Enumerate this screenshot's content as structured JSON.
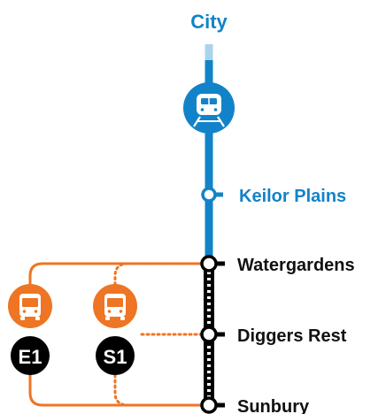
{
  "colors": {
    "train": "#1283c8",
    "bus": "#ee7523",
    "black": "#000000",
    "white": "#ffffff",
    "train_label": "#1283c8",
    "station_label": "#111111"
  },
  "destination": {
    "label": "City"
  },
  "train_icon": {
    "icon": "train-icon"
  },
  "stations": [
    {
      "name": "Keilor Plains",
      "line": "train"
    },
    {
      "name": "Watergardens",
      "line": "both"
    },
    {
      "name": "Diggers Rest",
      "line": "coach"
    },
    {
      "name": "Sunbury",
      "line": "coach"
    }
  ],
  "buses": [
    {
      "code": "E1",
      "icon": "bus-icon",
      "style": "solid"
    },
    {
      "code": "S1",
      "icon": "bus-icon",
      "style": "dotted"
    }
  ]
}
